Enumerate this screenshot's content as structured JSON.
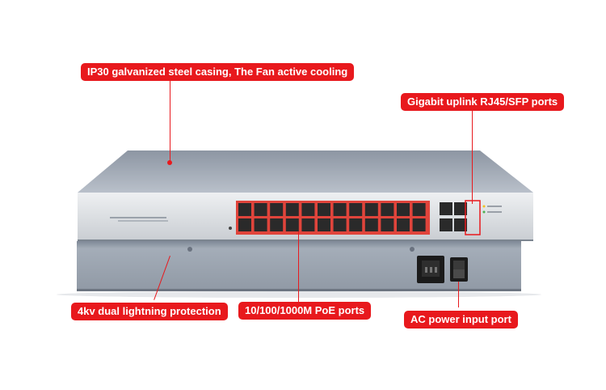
{
  "callouts": {
    "casing": "IP30 galvanized steel casing, The Fan active cooling",
    "uplink": "Gigabit uplink RJ45/SFP  ports",
    "lightning": "4kv dual lightning protection",
    "poe": "10/100/1000M PoE ports",
    "power": "AC power input port"
  },
  "colors": {
    "callout": "#e8191d",
    "casing_top": "#a9b1bd",
    "front_panel": "#d9dce0",
    "rear_body": "#9aa3ae"
  }
}
